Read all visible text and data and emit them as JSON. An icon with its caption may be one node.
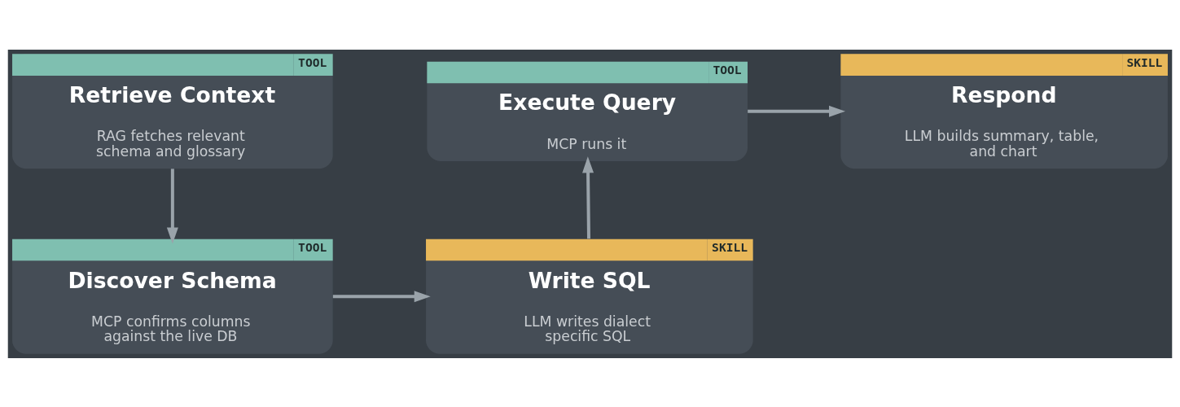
{
  "diagram": {
    "nodes": [
      {
        "text": [
          "TOOL",
          "Retrieve Context",
          "RAG fetches relevant schema and glossary"
        ]
      },
      {
        "text": [
          "TOOL",
          "Execute Query",
          "MCP runs it"
        ]
      },
      {
        "text": [
          "SKILL",
          "Respond",
          "LLM builds summary, table, and chart"
        ]
      },
      {
        "text": [
          "TOOL",
          "Discover Schema",
          "MCP confirms columns against the live DB"
        ]
      },
      {
        "text": [
          "SKILL",
          "Write SQL",
          "LLM writes dialect specific SQL"
        ]
      }
    ],
    "edges": [
      {
        "from": 0,
        "to": 3,
        "arrow": "to"
      },
      {
        "from": 3,
        "to": 4,
        "arrow": "to"
      },
      {
        "from": 4,
        "to": 1,
        "arrow": "to"
      },
      {
        "from": 1,
        "to": 2,
        "arrow": "to"
      }
    ]
  }
}
